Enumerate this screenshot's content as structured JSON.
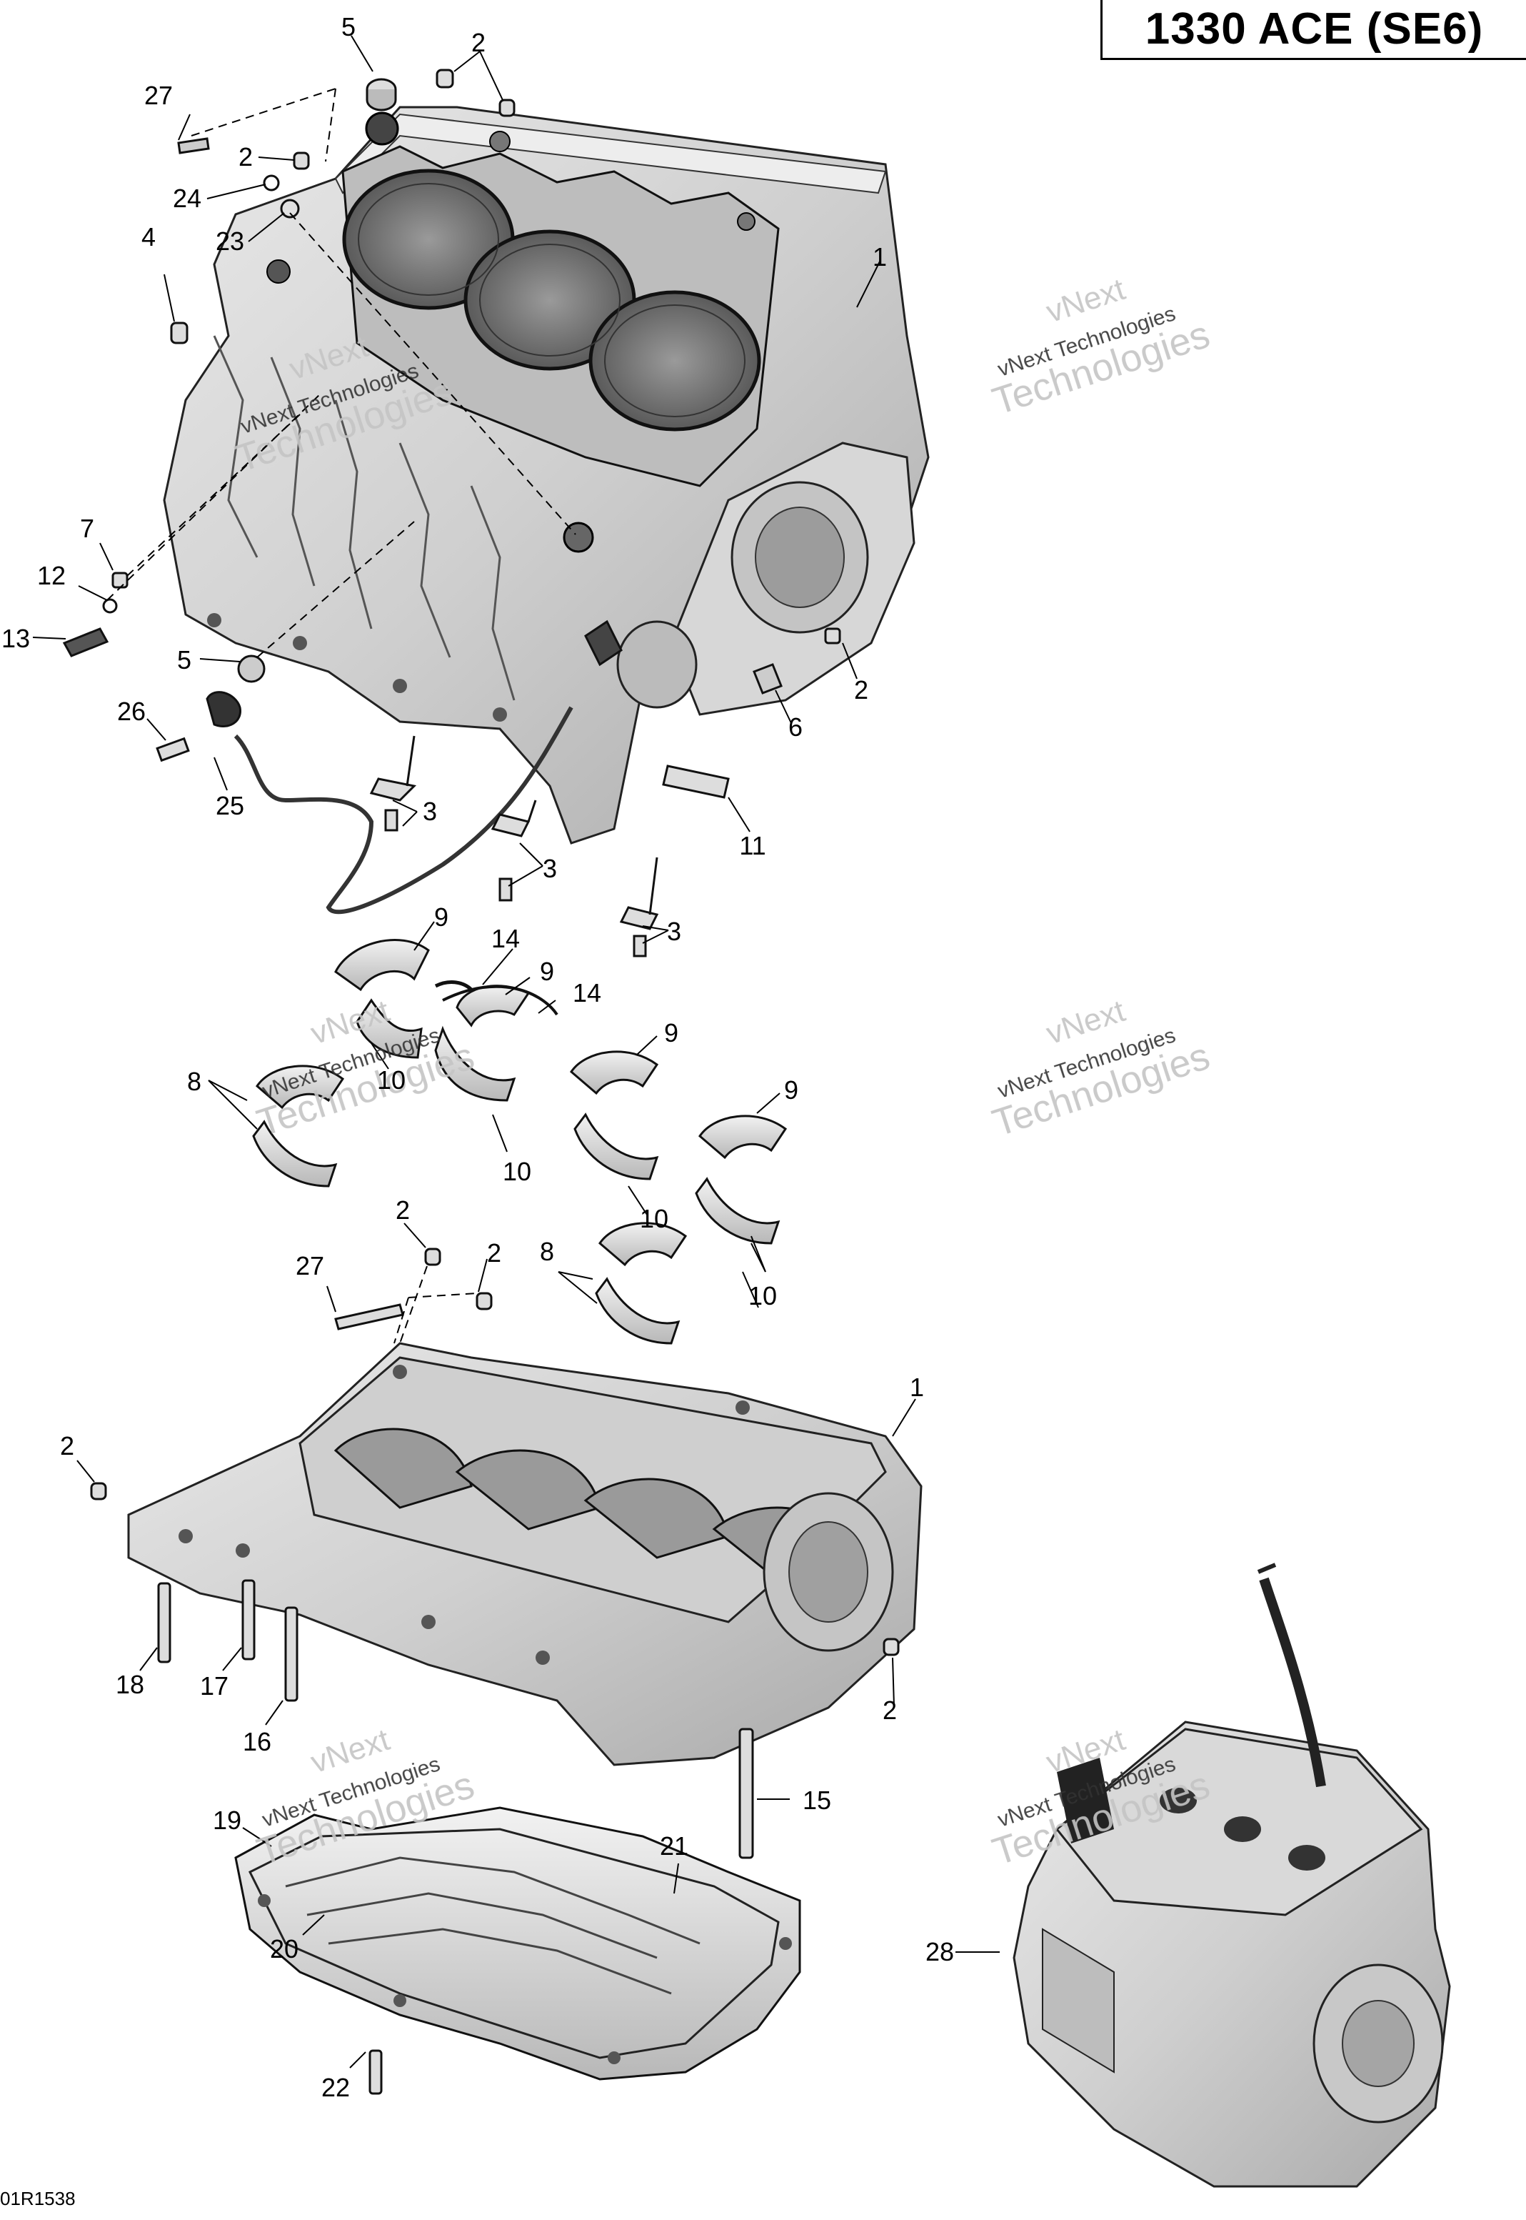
{
  "header": {
    "title": "1330 ACE (SE6)"
  },
  "footer": {
    "doc_code": "01R1538"
  },
  "watermark": {
    "line1": "vNext Technologies",
    "line2": "Technologies",
    "line0": "vNext",
    "color": "#c8c8c8"
  },
  "callouts": [
    {
      "id": "c5a",
      "text": "5"
    },
    {
      "id": "c2a",
      "text": "2"
    },
    {
      "id": "c27a",
      "text": "27"
    },
    {
      "id": "c2b",
      "text": "2"
    },
    {
      "id": "c24",
      "text": "24"
    },
    {
      "id": "c23",
      "text": "23"
    },
    {
      "id": "c4",
      "text": "4"
    },
    {
      "id": "c1a",
      "text": "1"
    },
    {
      "id": "c7",
      "text": "7"
    },
    {
      "id": "c12",
      "text": "12"
    },
    {
      "id": "c13",
      "text": "13"
    },
    {
      "id": "c5b",
      "text": "5"
    },
    {
      "id": "c2c",
      "text": "2"
    },
    {
      "id": "c6",
      "text": "6"
    },
    {
      "id": "c26",
      "text": "26"
    },
    {
      "id": "c25",
      "text": "25"
    },
    {
      "id": "c3a",
      "text": "3"
    },
    {
      "id": "c11",
      "text": "11"
    },
    {
      "id": "c3b",
      "text": "3"
    },
    {
      "id": "c3c",
      "text": "3"
    },
    {
      "id": "c9a",
      "text": "9"
    },
    {
      "id": "c14a",
      "text": "14"
    },
    {
      "id": "c9b",
      "text": "9"
    },
    {
      "id": "c14b",
      "text": "14"
    },
    {
      "id": "c9c",
      "text": "9"
    },
    {
      "id": "c9d",
      "text": "9"
    },
    {
      "id": "c8a",
      "text": "8"
    },
    {
      "id": "c10a",
      "text": "10"
    },
    {
      "id": "c10b",
      "text": "10"
    },
    {
      "id": "c10c",
      "text": "10"
    },
    {
      "id": "c2d",
      "text": "2"
    },
    {
      "id": "c27b",
      "text": "27"
    },
    {
      "id": "c2e",
      "text": "2"
    },
    {
      "id": "c8b",
      "text": "8"
    },
    {
      "id": "c10d",
      "text": "10"
    },
    {
      "id": "c1b",
      "text": "1"
    },
    {
      "id": "c2f",
      "text": "2"
    },
    {
      "id": "c18",
      "text": "18"
    },
    {
      "id": "c17",
      "text": "17"
    },
    {
      "id": "c16",
      "text": "16"
    },
    {
      "id": "c2g",
      "text": "2"
    },
    {
      "id": "c15",
      "text": "15"
    },
    {
      "id": "c19",
      "text": "19"
    },
    {
      "id": "c21",
      "text": "21"
    },
    {
      "id": "c20",
      "text": "20"
    },
    {
      "id": "c22",
      "text": "22"
    },
    {
      "id": "c28",
      "text": "28"
    }
  ]
}
